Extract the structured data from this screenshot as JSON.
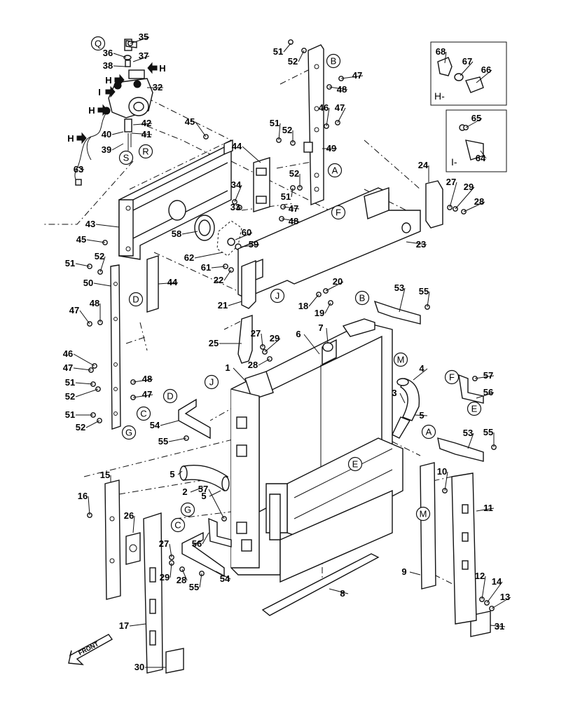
{
  "callouts": [
    {
      "id": "35",
      "text": "35"
    },
    {
      "id": "36",
      "text": "36"
    },
    {
      "id": "37",
      "text": "37"
    },
    {
      "id": "38",
      "text": "38"
    },
    {
      "id": "32",
      "text": "32"
    },
    {
      "id": "42",
      "text": "42"
    },
    {
      "id": "41",
      "text": "41"
    },
    {
      "id": "40",
      "text": "40"
    },
    {
      "id": "39",
      "text": "39"
    },
    {
      "id": "63",
      "text": "63"
    },
    {
      "id": "45a",
      "text": "45"
    },
    {
      "id": "44a",
      "text": "44"
    },
    {
      "id": "34",
      "text": "34"
    },
    {
      "id": "33",
      "text": "33"
    },
    {
      "id": "43",
      "text": "43"
    },
    {
      "id": "45b",
      "text": "45"
    },
    {
      "id": "58",
      "text": "58"
    },
    {
      "id": "60",
      "text": "60"
    },
    {
      "id": "59",
      "text": "59"
    },
    {
      "id": "62",
      "text": "62"
    },
    {
      "id": "61",
      "text": "61"
    },
    {
      "id": "22",
      "text": "22"
    },
    {
      "id": "51a",
      "text": "51"
    },
    {
      "id": "52a",
      "text": "52"
    },
    {
      "id": "47a",
      "text": "47"
    },
    {
      "id": "48a",
      "text": "48"
    },
    {
      "id": "46a",
      "text": "46"
    },
    {
      "id": "47b",
      "text": "47"
    },
    {
      "id": "49",
      "text": "49"
    },
    {
      "id": "51b",
      "text": "51"
    },
    {
      "id": "52b",
      "text": "52"
    },
    {
      "id": "52c",
      "text": "52"
    },
    {
      "id": "51c",
      "text": "51"
    },
    {
      "id": "47c",
      "text": "47"
    },
    {
      "id": "48b",
      "text": "48"
    },
    {
      "id": "24",
      "text": "24"
    },
    {
      "id": "27a",
      "text": "27"
    },
    {
      "id": "29a",
      "text": "29"
    },
    {
      "id": "28a",
      "text": "28"
    },
    {
      "id": "23",
      "text": "23"
    },
    {
      "id": "20",
      "text": "20"
    },
    {
      "id": "18",
      "text": "18"
    },
    {
      "id": "19",
      "text": "19"
    },
    {
      "id": "21",
      "text": "21"
    },
    {
      "id": "51d",
      "text": "51"
    },
    {
      "id": "52d",
      "text": "52"
    },
    {
      "id": "50",
      "text": "50"
    },
    {
      "id": "44b",
      "text": "44"
    },
    {
      "id": "47d",
      "text": "47"
    },
    {
      "id": "48c",
      "text": "48"
    },
    {
      "id": "46b",
      "text": "46"
    },
    {
      "id": "47e",
      "text": "47"
    },
    {
      "id": "51e",
      "text": "51"
    },
    {
      "id": "52e",
      "text": "52"
    },
    {
      "id": "48d",
      "text": "48"
    },
    {
      "id": "47f",
      "text": "47"
    },
    {
      "id": "51f",
      "text": "51"
    },
    {
      "id": "52f",
      "text": "52"
    },
    {
      "id": "53a",
      "text": "53"
    },
    {
      "id": "55a",
      "text": "55"
    },
    {
      "id": "25",
      "text": "25"
    },
    {
      "id": "27b",
      "text": "27"
    },
    {
      "id": "29b",
      "text": "29"
    },
    {
      "id": "28b",
      "text": "28"
    },
    {
      "id": "6",
      "text": "6"
    },
    {
      "id": "7",
      "text": "7"
    },
    {
      "id": "1",
      "text": "1"
    },
    {
      "id": "4",
      "text": "4"
    },
    {
      "id": "3",
      "text": "3"
    },
    {
      "id": "5a",
      "text": "5"
    },
    {
      "id": "57a",
      "text": "57"
    },
    {
      "id": "56a",
      "text": "56"
    },
    {
      "id": "54a",
      "text": "54"
    },
    {
      "id": "55b",
      "text": "55"
    },
    {
      "id": "53b",
      "text": "53"
    },
    {
      "id": "55c",
      "text": "55"
    },
    {
      "id": "5b",
      "text": "5"
    },
    {
      "id": "2",
      "text": "2"
    },
    {
      "id": "5c",
      "text": "5"
    },
    {
      "id": "15",
      "text": "15"
    },
    {
      "id": "16",
      "text": "16"
    },
    {
      "id": "26",
      "text": "26"
    },
    {
      "id": "57b",
      "text": "57"
    },
    {
      "id": "56b",
      "text": "56"
    },
    {
      "id": "27c",
      "text": "27"
    },
    {
      "id": "29c",
      "text": "29"
    },
    {
      "id": "28c",
      "text": "28"
    },
    {
      "id": "55d",
      "text": "55"
    },
    {
      "id": "54b",
      "text": "54"
    },
    {
      "id": "10",
      "text": "10"
    },
    {
      "id": "11",
      "text": "11"
    },
    {
      "id": "9",
      "text": "9"
    },
    {
      "id": "8",
      "text": "8"
    },
    {
      "id": "12",
      "text": "12"
    },
    {
      "id": "14",
      "text": "14"
    },
    {
      "id": "13",
      "text": "13"
    },
    {
      "id": "31",
      "text": "31"
    },
    {
      "id": "17",
      "text": "17"
    },
    {
      "id": "30",
      "text": "30"
    },
    {
      "id": "68",
      "text": "68"
    },
    {
      "id": "67",
      "text": "67"
    },
    {
      "id": "66",
      "text": "66"
    },
    {
      "id": "65",
      "text": "65"
    },
    {
      "id": "64",
      "text": "64"
    }
  ],
  "circle_refs": [
    {
      "id": "Q",
      "text": "Q"
    },
    {
      "id": "B1",
      "text": "B"
    },
    {
      "id": "S",
      "text": "S"
    },
    {
      "id": "R",
      "text": "R"
    },
    {
      "id": "A1",
      "text": "A"
    },
    {
      "id": "F1",
      "text": "F"
    },
    {
      "id": "J1",
      "text": "J"
    },
    {
      "id": "D1",
      "text": "D"
    },
    {
      "id": "B2",
      "text": "B"
    },
    {
      "id": "M1",
      "text": "M"
    },
    {
      "id": "F2",
      "text": "F"
    },
    {
      "id": "E1",
      "text": "E"
    },
    {
      "id": "J2",
      "text": "J"
    },
    {
      "id": "D2",
      "text": "D"
    },
    {
      "id": "C1",
      "text": "C"
    },
    {
      "id": "G1",
      "text": "G"
    },
    {
      "id": "A2",
      "text": "A"
    },
    {
      "id": "E2",
      "text": "E"
    },
    {
      "id": "M2",
      "text": "M"
    },
    {
      "id": "G2",
      "text": "G"
    },
    {
      "id": "C2",
      "text": "C"
    }
  ],
  "arrow_labels": [
    {
      "id": "H1",
      "text": "H"
    },
    {
      "id": "H2",
      "text": "H"
    },
    {
      "id": "I1",
      "text": "I"
    },
    {
      "id": "H3",
      "text": "H"
    },
    {
      "id": "H4",
      "text": "H"
    }
  ],
  "insets": {
    "h_label": "H-",
    "i_label": "I-"
  },
  "front_label": "FRONT"
}
